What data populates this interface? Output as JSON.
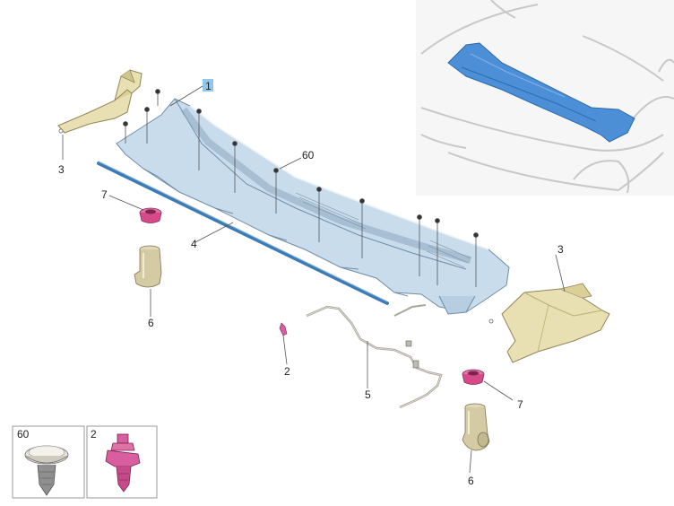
{
  "callouts": {
    "part_1": "1",
    "part_60": "60",
    "part_3_left": "3",
    "part_3_right": "3",
    "part_4": "4",
    "part_7_left": "7",
    "part_7_right": "7",
    "part_6_left": "6",
    "part_6_right": "6",
    "part_2": "2",
    "part_5": "5"
  },
  "insets": {
    "rivet_label": "60",
    "nozzle_label": "2"
  },
  "colors": {
    "cowl_panel": "#c9dcec",
    "cowl_shadow": "#8aa6bf",
    "seal_strip": "#3d7bb5",
    "side_trim": "#e8e0b2",
    "side_trim_shadow": "#b9ae76",
    "grommet": "#d64a8a",
    "hose": "#a8a59a",
    "nozzle": "#d85ea0",
    "highlight_panel": "#4d8fd6",
    "car_outline": "#c8c8c8",
    "rivet": "#d8d4c8"
  },
  "icons": {
    "car_context": "car-hood-outline",
    "fastener": "screw-icon"
  }
}
